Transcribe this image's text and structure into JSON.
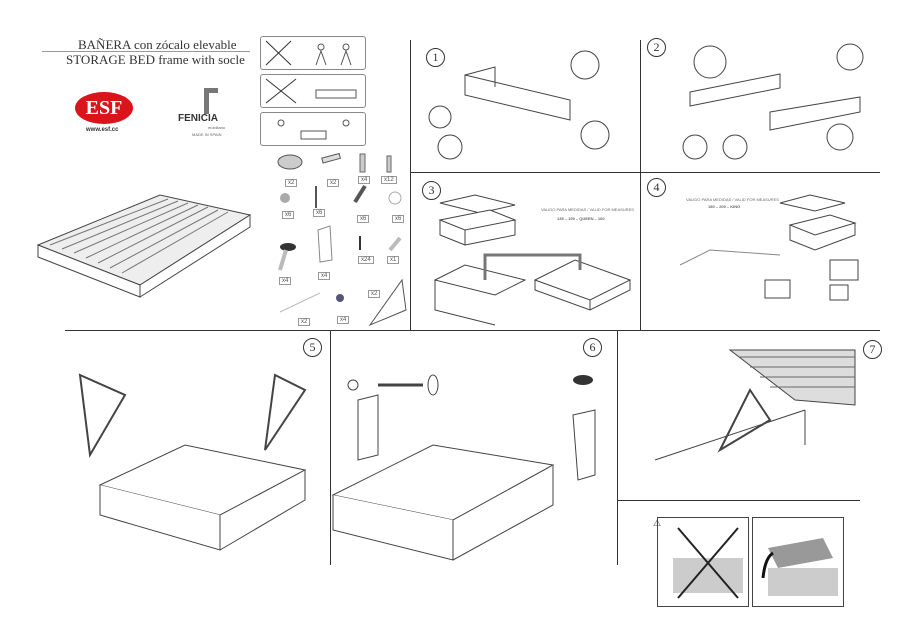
{
  "header": {
    "title_es": "BAÑERA con zócalo elevable",
    "title_en": "STORAGE BED frame with socle"
  },
  "brands": {
    "esf_logo": "ESF",
    "esf_url": "www.esf.cc",
    "fenicia_logo": "FENICIA",
    "fenicia_sub": "mobiliario",
    "fenicia_made": "MADE IN SPAIN"
  },
  "hardware_quantities": [
    "x2",
    "x2",
    "x4",
    "x12",
    "x6",
    "x6",
    "x6",
    "x6",
    "x4",
    "x4",
    "x24",
    "x1",
    "x2",
    "x2",
    "x4"
  ],
  "steps": [
    "1",
    "2",
    "3",
    "4",
    "5",
    "6",
    "7"
  ],
  "step3": {
    "valid_for": "VALIDO PARA MEDIDAS / VALID FOR MEASURES",
    "sizes": "135 – 150 – QUEEN – 160"
  },
  "step4": {
    "valid_for": "VALIDO PARA MEDIDAS / VALID FOR MEASURES",
    "sizes": "180 – 200 – KING"
  },
  "colors": {
    "esf_red": "#d9141b",
    "line": "#333333"
  }
}
